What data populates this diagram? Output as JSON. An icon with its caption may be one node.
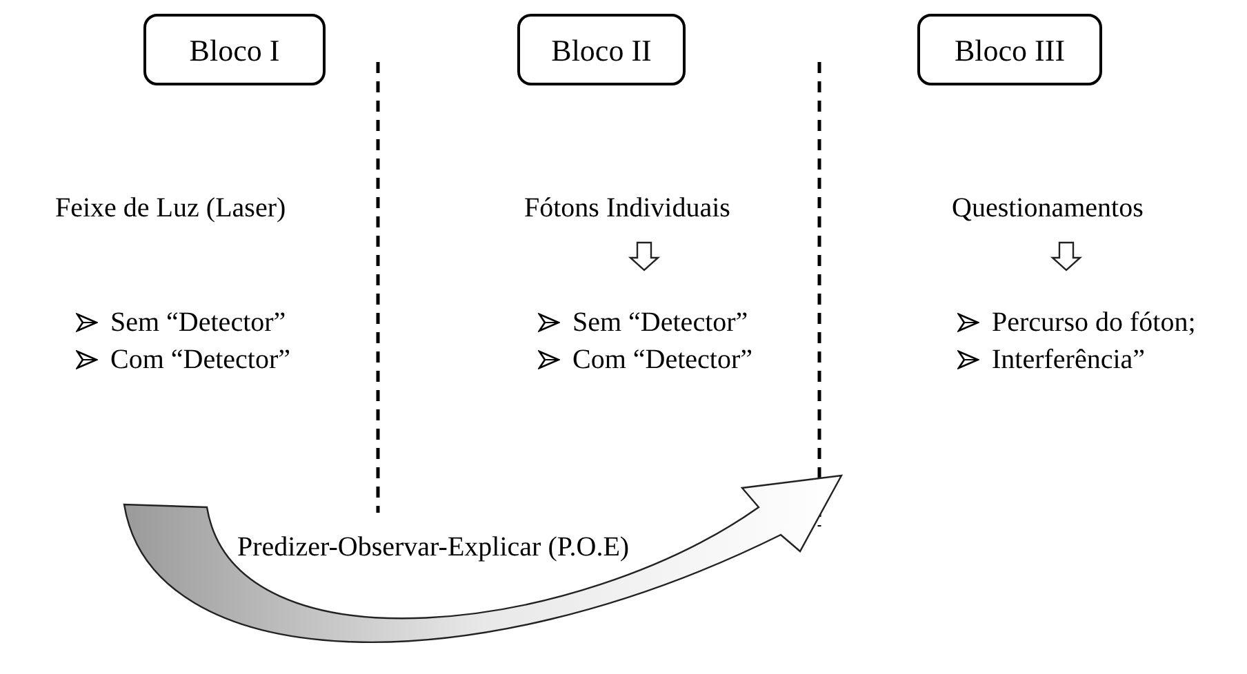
{
  "diagram": {
    "nodes": [
      {
        "text": [
          "Bloco I"
        ]
      },
      {
        "text": [
          "Bloco II"
        ]
      },
      {
        "text": [
          "Bloco III"
        ]
      },
      {
        "text": [
          "Fótons Individuais"
        ]
      },
      {
        "text": [
          "Sem “Detector”",
          "Com “Detector”"
        ]
      },
      {
        "text": [
          "Questionamentos"
        ]
      },
      {
        "text": [
          "Percurso do fóton;",
          "Interferência”"
        ]
      }
    ],
    "edges": [
      {
        "from": 3,
        "to": 4,
        "arrow": "to"
      },
      {
        "from": 5,
        "to": 6,
        "arrow": "to"
      }
    ],
    "labels": [
      "Feixe de Luz (Laser)",
      "Sem “Detector”",
      "Com “Detector”",
      "Predizer-Observar-Explicar (P.O.E)"
    ]
  }
}
